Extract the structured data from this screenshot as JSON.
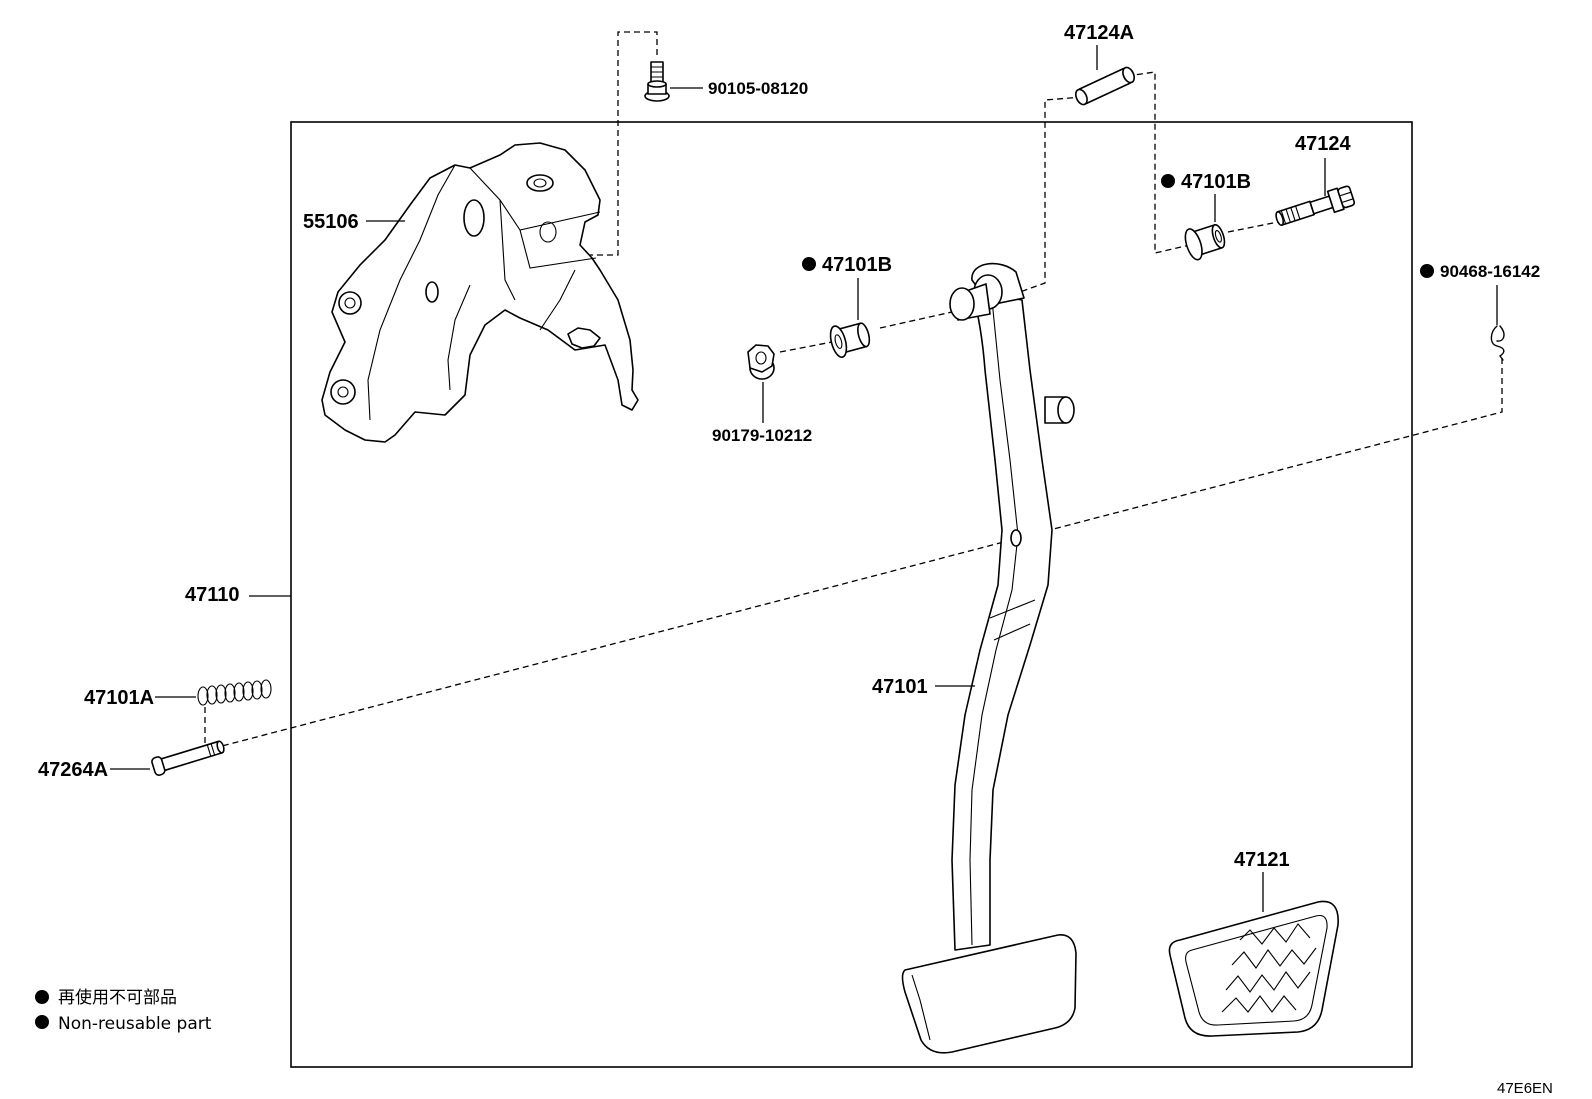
{
  "diagram": {
    "labels": {
      "bolt_90105": "90105-08120",
      "pin_47124A": "47124A",
      "bolt_47124": "47124",
      "bushing_upper": "47101B",
      "bracket": "55106",
      "bushing_middle": "47101B",
      "clip": "90468-16142",
      "nut": "90179-10212",
      "assembly": "47110",
      "pedal": "47101",
      "spring": "47101A",
      "pin_47264A": "47264A",
      "pad": "47121"
    },
    "legend": {
      "items": [
        "再使用不可部品",
        "Non-reusable part"
      ]
    },
    "figure_code": "47E6EN"
  }
}
